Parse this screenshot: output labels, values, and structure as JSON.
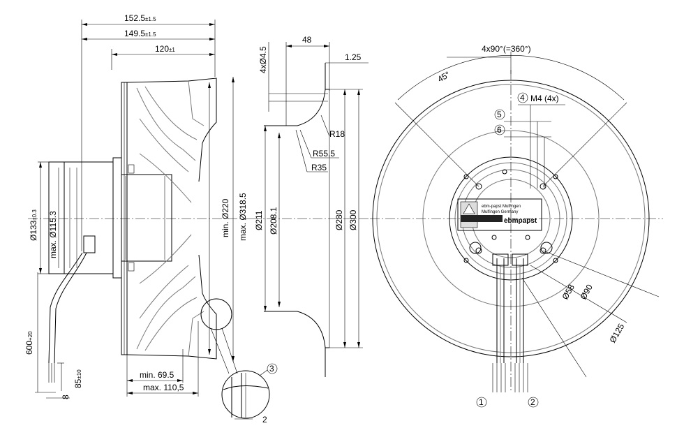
{
  "side_view": {
    "dims": {
      "total_length": "152.5",
      "total_length_tol": "±1.5",
      "flange_length": "149.5",
      "flange_length_tol": "±1.5",
      "rotor_length": "120",
      "rotor_length_tol": "±1",
      "min_diameter": "min. Ø220",
      "max_diameter": "max. Ø318.5",
      "motor_diameter": "Ø133",
      "motor_diameter_tol": "±0.3",
      "hub_max_diameter": "max. Ø115.3",
      "min_depth": "min. 69.5",
      "max_depth": "max. 110,5",
      "cable_length": "600",
      "cable_length_tol": "+20",
      "strip_length": "85",
      "strip_length_tol": "±10",
      "wire_end": "8"
    }
  },
  "inlet_ring": {
    "dims": {
      "holes": "4xØ4.5",
      "depth": "48",
      "lip": "1.25",
      "r18": "R18",
      "r55": "R55.5",
      "r35": "R35",
      "d211": "Ø211",
      "d208": "Ø208.1",
      "d280": "Ø280",
      "d300": "Ø300"
    }
  },
  "front_view": {
    "dims": {
      "pattern": "4x90°(=360°)",
      "angle": "45°",
      "thread": "M4 (4x)",
      "d58": "Ø58",
      "d90": "Ø90",
      "d125": "Ø125"
    },
    "label_brand": "ebmpapst",
    "label_line1": "ebm-papst Mulfingen",
    "label_line2": "Mulfingen Germany"
  },
  "callouts": {
    "c1": "1",
    "c2": "2",
    "c3": "3",
    "c4": "4",
    "c5": "5",
    "c6": "6"
  },
  "detail": {
    "gap": "2"
  }
}
